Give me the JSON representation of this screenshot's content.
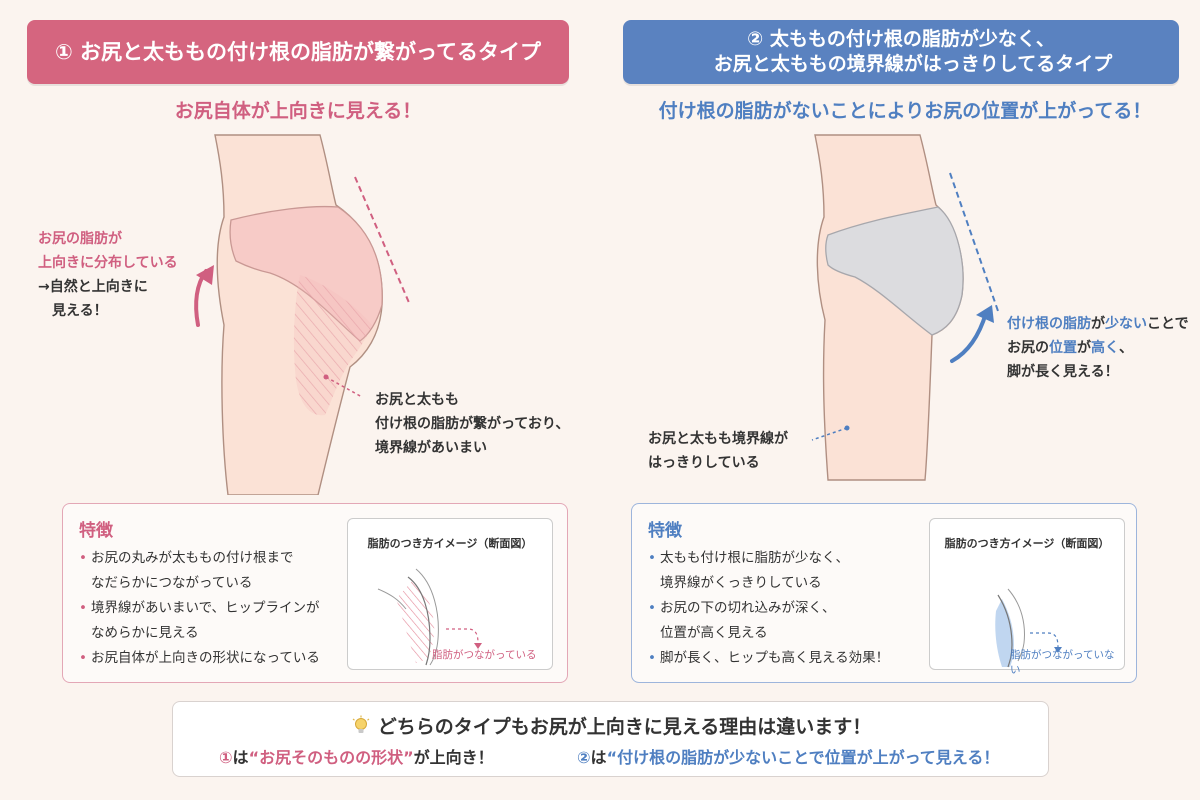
{
  "colors": {
    "pink": "#d05f80",
    "pink_banner": "#d5657f",
    "blue": "#4f7fc1",
    "blue_banner": "#5a82c0",
    "skin": "#fbe2d6",
    "pink_underwear": "#f7cbc7",
    "gray_underwear": "#dcdcdf"
  },
  "left": {
    "banner": "① お尻と太ももの付け根の脂肪が繋がってるタイプ",
    "subtitle": "お尻自体が上向きに見える！",
    "note_top": [
      "お尻の脂肪が",
      "上向きに分布している",
      "→自然と上向きに",
      "見える！"
    ],
    "note_bottom": [
      "お尻と太もも",
      "付け根の脂肪が繋がっており、",
      "境界線があいまい"
    ],
    "features": {
      "title": "特徴",
      "bullets": [
        [
          "お尻の丸みが太ももの付け根まで",
          "なだらかにつながっている"
        ],
        [
          "境界線があいまいで、ヒップラインが",
          "なめらかに見える"
        ],
        [
          "お尻自体が上向きの形状になっている"
        ]
      ],
      "mini_title": "脂肪のつき方イメージ（断面図）",
      "mini_caption": "脂肪がつながっている"
    }
  },
  "right": {
    "banner_line1": "② 太ももの付け根の脂肪が少なく、",
    "banner_line2": "お尻と太ももの境界線がはっきりしてるタイプ",
    "subtitle": "付け根の脂肪がないことによりお尻の位置が上がってる！",
    "note_right_l1_a": "付け根の脂肪",
    "note_right_l1_b": "が",
    "note_right_l1_c": "少ない",
    "note_right_l1_d": "ことで",
    "note_right_l2_a": "お尻の",
    "note_right_l2_b": "位置",
    "note_right_l2_c": "が",
    "note_right_l2_d": "高く",
    "note_right_l2_e": "、",
    "note_right_l3": "脚が長く見える！",
    "note_left": [
      "お尻と太もも境界線が",
      "はっきりしている"
    ],
    "features": {
      "title": "特徴",
      "bullets": [
        [
          "太もも付け根に脂肪が少なく、",
          "境界線がくっきりしている"
        ],
        [
          "お尻の下の切れ込みが深く、",
          "位置が高く見える"
        ],
        [
          "脚が長く、ヒップも高く見える効果！"
        ]
      ],
      "mini_title": "脂肪のつき方イメージ（断面図）",
      "mini_caption": "脂肪がつながっていない"
    }
  },
  "summary": {
    "icon": "lightbulb-icon",
    "main": "どちらのタイプもお尻が上向きに見える理由は違います！",
    "l_num": "①",
    "l_pre": "は",
    "l_em": "“お尻そのものの形状”",
    "l_post": "が上向き！",
    "r_num": "②",
    "r_pre": "は",
    "r_em": "“付け根の脂肪が少ないことで位置が上がって見える！"
  },
  "bullet_dot": "•"
}
